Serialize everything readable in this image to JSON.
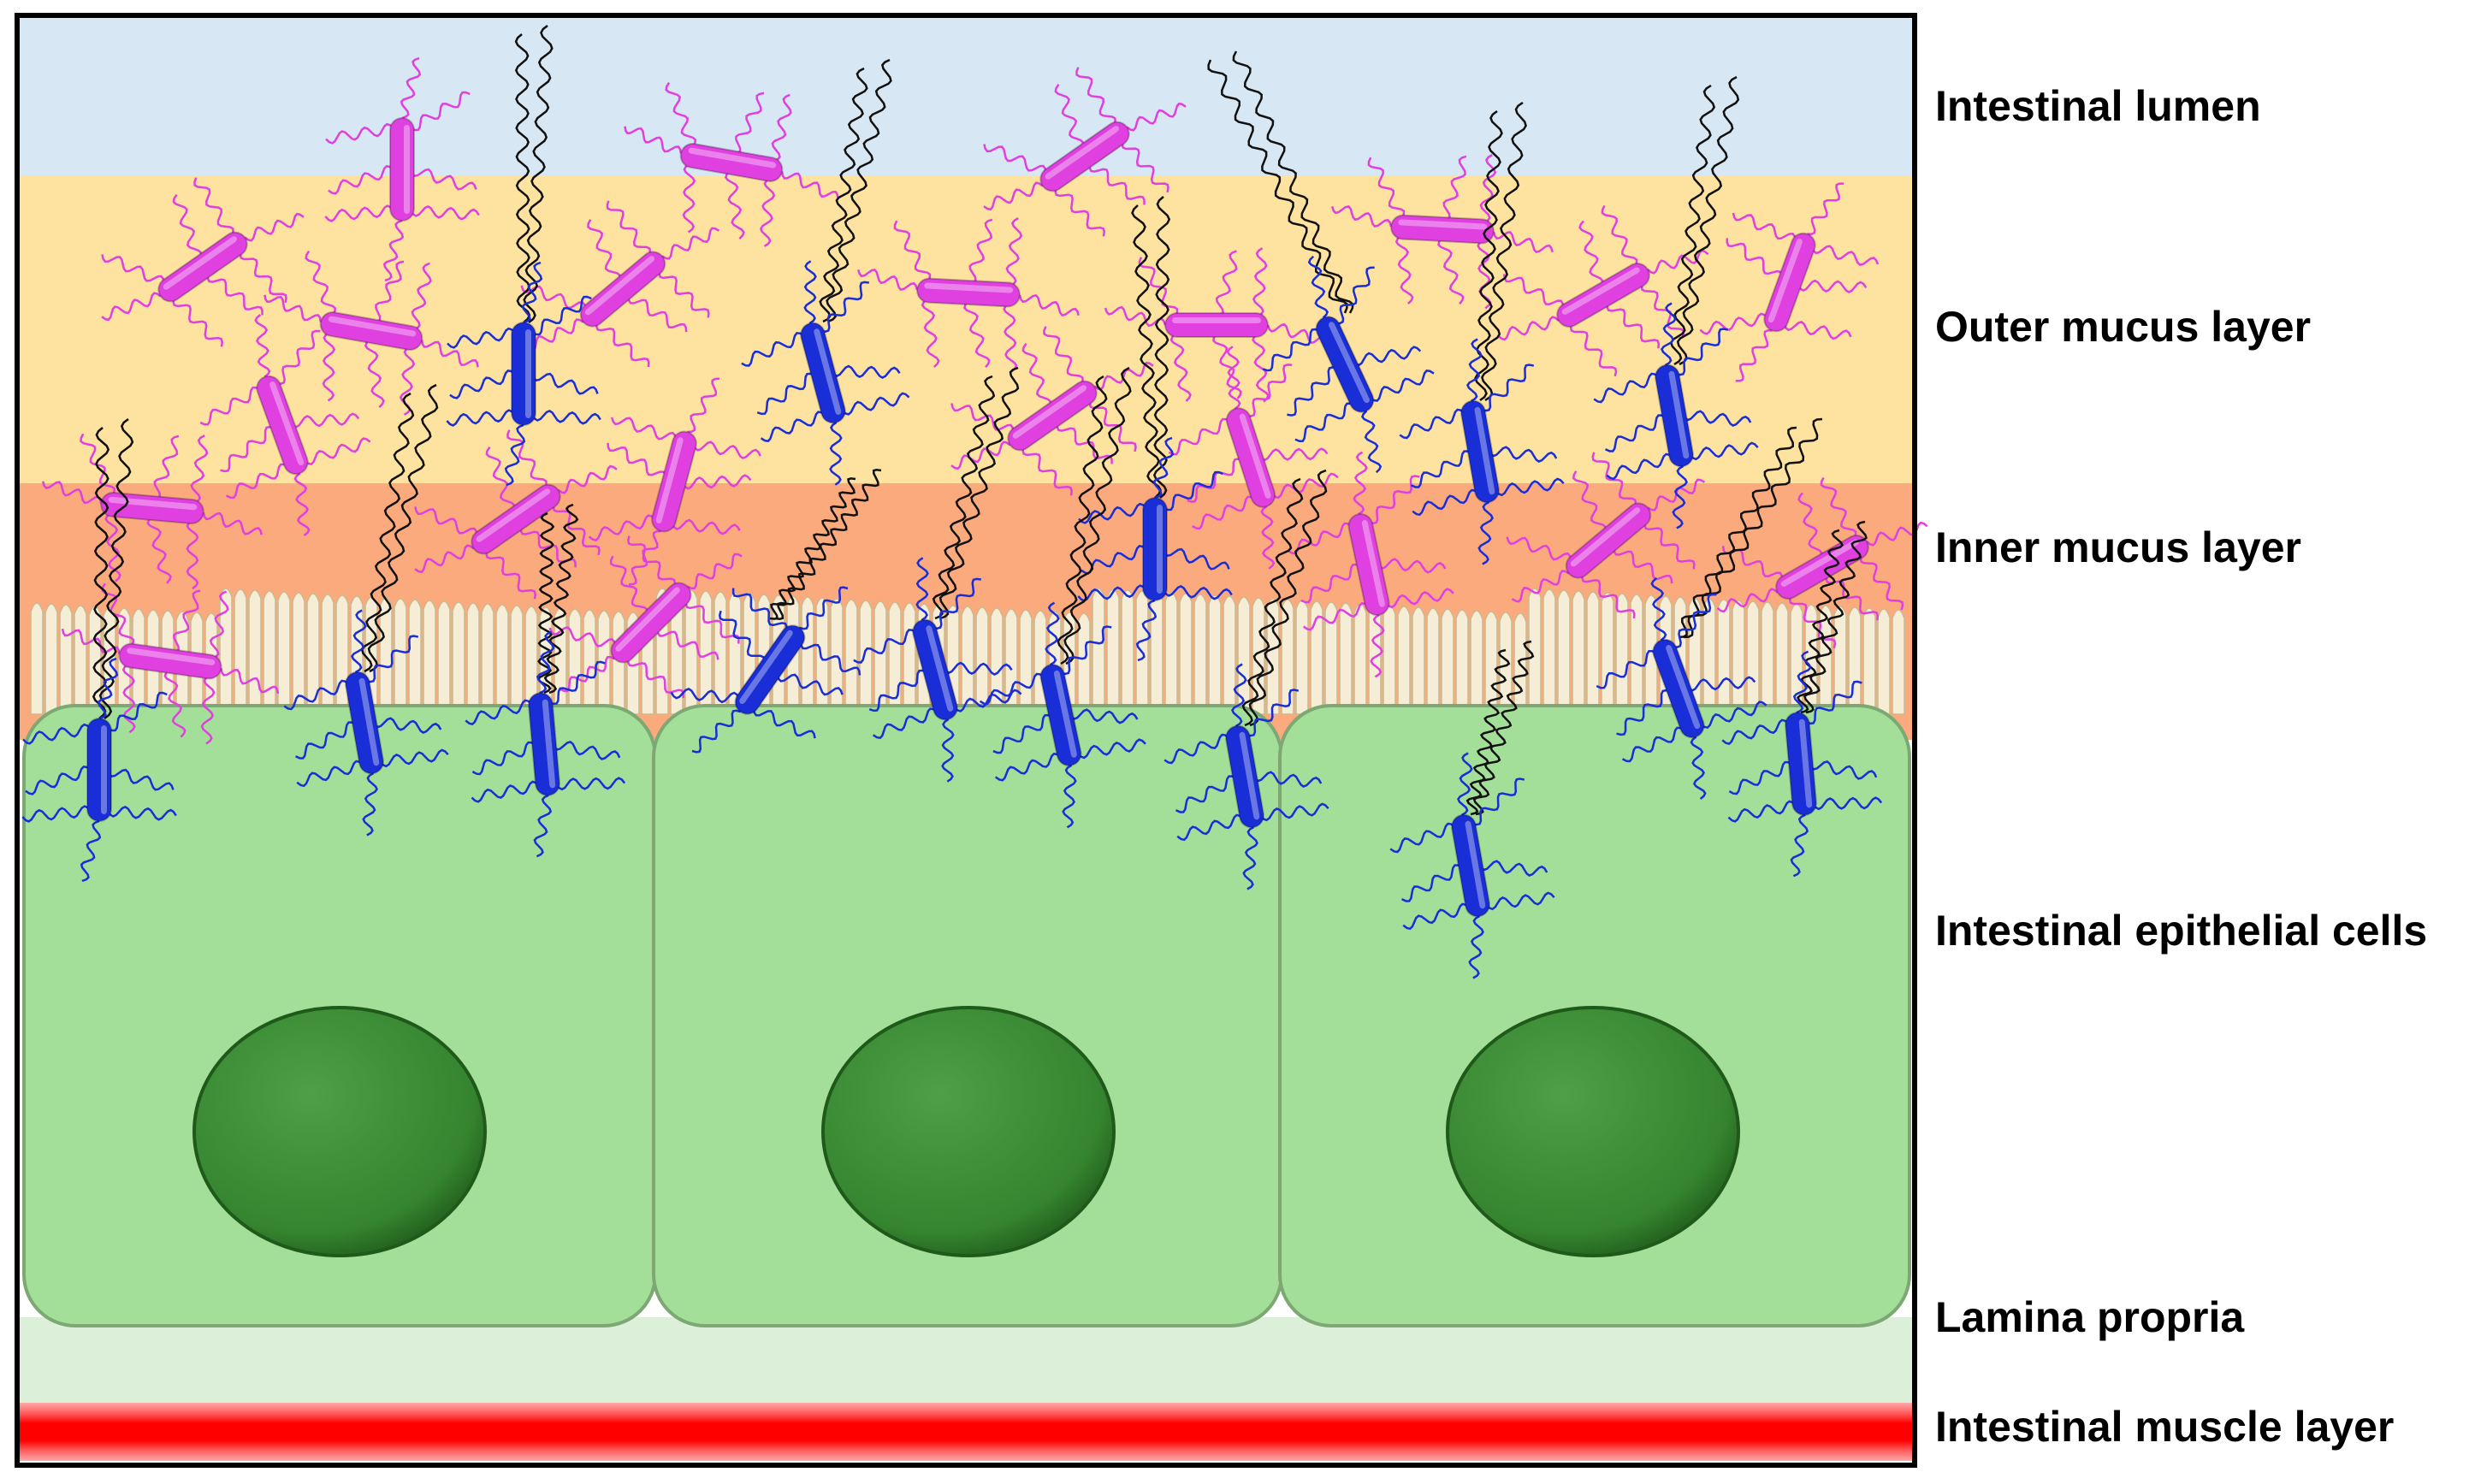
{
  "labels": {
    "lumen": "Intestinal lumen",
    "outer_mucus": "Outer mucus layer",
    "inner_mucus": "Inner mucus layer",
    "epithelial": "Intestinal epithelial cells",
    "lamina": "Lamina propria",
    "muscle": "Intestinal muscle layer"
  },
  "colors": {
    "lumen": "#d7e7f3",
    "outer_mucus": "#fde2a0",
    "inner_mucus": "#fbaa7e",
    "lamina": "#dcefd9",
    "muscle": "#ff0000",
    "cell": "#a3df98",
    "nucleus": "#3a8c35",
    "microvilli": "#f5edd6",
    "commensal_bacteria": "#e040e0",
    "flagellated_bacteria": "#1a2ed8",
    "flagella": "#111111"
  }
}
